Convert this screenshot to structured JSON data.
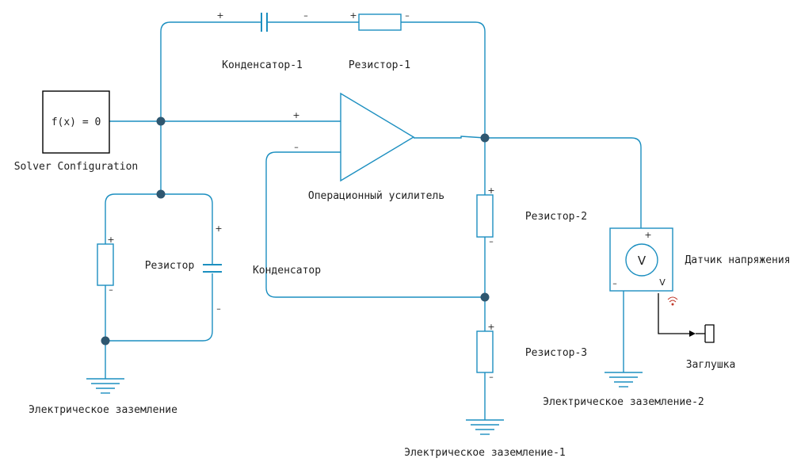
{
  "blocks": {
    "solver_box": "f(x) = 0",
    "solver": "Solver Configuration",
    "capacitor1": "Конденсатор-1",
    "resistor1": "Резистор-1",
    "opamp": "Операционный усилитель",
    "resistor2": "Резистор-2",
    "resistor3": "Резистор-3",
    "resistor": "Резистор",
    "capacitor": "Конденсатор",
    "voltage_sensor": "Датчик напряжения",
    "voltage_symbol": "V",
    "terminator": "Заглушка",
    "ground": "Электрическое заземление",
    "ground1": "Электрическое заземление-1",
    "ground2": "Электрическое заземление-2"
  },
  "pins": {
    "plus": "+",
    "minus": "–",
    "v_out": "V"
  },
  "colors": {
    "wire": "#1c8fc0",
    "node": "#2f5770",
    "signal_line": "#000000"
  }
}
